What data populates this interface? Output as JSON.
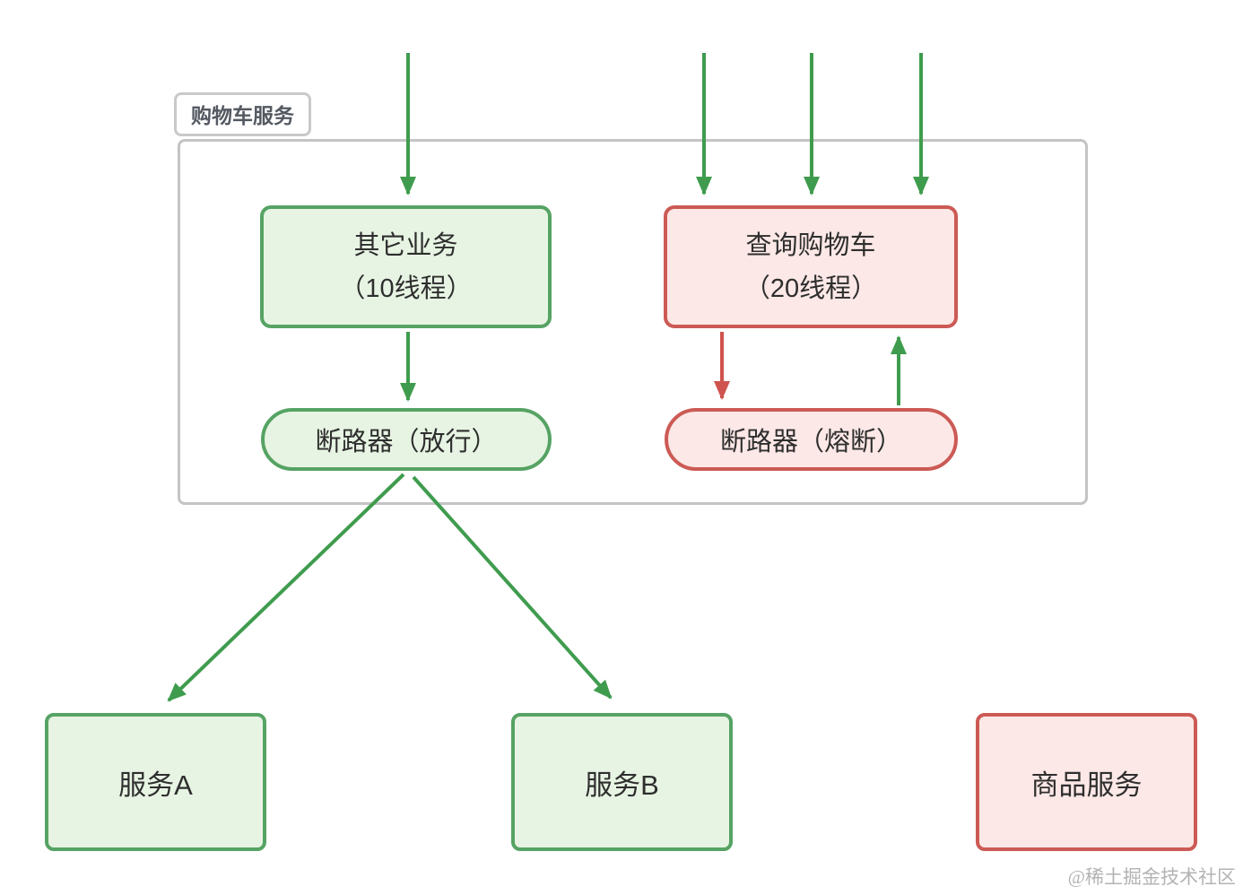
{
  "group_label": "购物车服务",
  "nodes": {
    "other_business": {
      "line1": "其它业务",
      "line2": "（10线程）"
    },
    "query_cart": {
      "line1": "查询购物车",
      "line2": "（20线程）"
    },
    "breaker_pass": {
      "label": "断路器（放行）"
    },
    "breaker_fused": {
      "label": "断路器（熔断）"
    },
    "service_a": {
      "label": "服务A"
    },
    "service_b": {
      "label": "服务B"
    },
    "product_service": {
      "label": "商品服务"
    }
  },
  "watermark": "@稀土掘金技术社区",
  "colors": {
    "green_border": "#56a364",
    "green_fill": "#e7f4e3",
    "green_arrow": "#3f9c4e",
    "red_border": "#cc5a55",
    "red_fill": "#fce8e6",
    "red_arrow": "#cf544f",
    "container_border": "#c4c4c4",
    "label_text": "#545961",
    "node_text": "#2e2e2e",
    "watermark_text": "#b3b3b3"
  }
}
